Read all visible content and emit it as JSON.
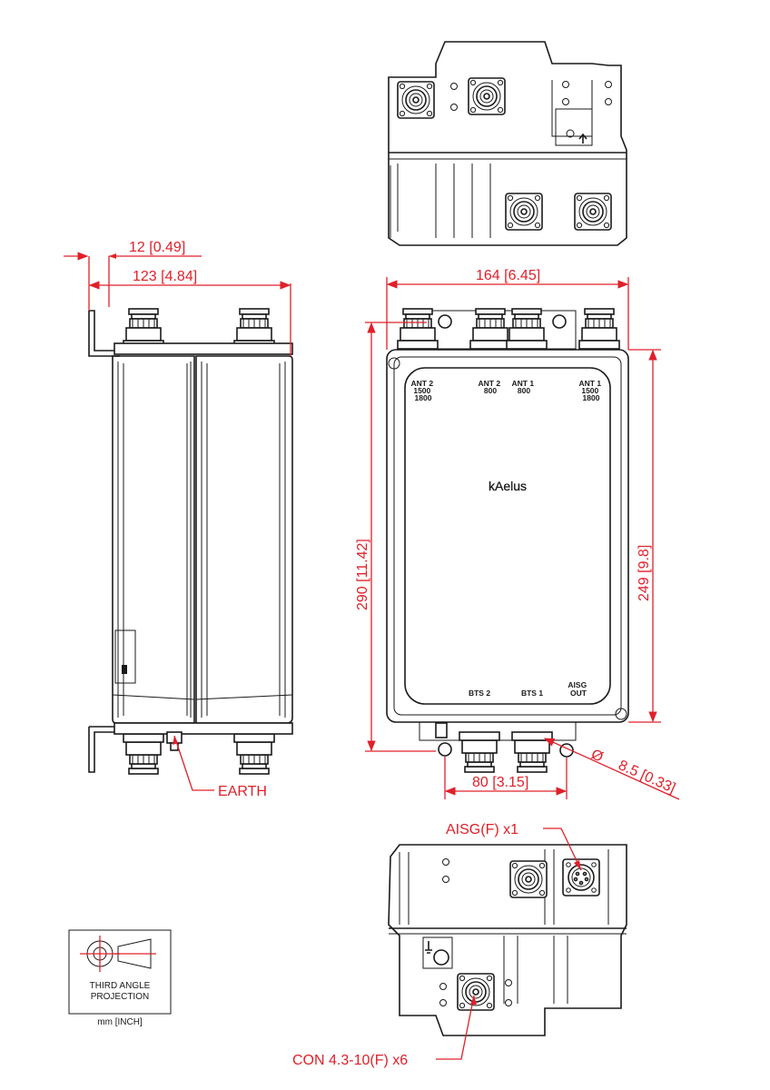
{
  "dimensions": {
    "offset_top": "12 [0.49]",
    "side_depth": "123 [4.84]",
    "front_width": "164 [6.45]",
    "overall_height": "290 [11.42]",
    "body_height": "249 [9.8]",
    "hole_spacing": "80 [3.15]",
    "hole_dia": "8.5 [0.33]",
    "dia_symbol": "Ø"
  },
  "callouts": {
    "earth": "EARTH",
    "aisg": "AISG(F) x1",
    "connector": "CON 4.3-10(F) x6"
  },
  "ports": {
    "ant2_high": [
      "ANT 2",
      "1500",
      "1800"
    ],
    "ant2_low": [
      "ANT 2",
      "800"
    ],
    "ant1_low": [
      "ANT 1",
      "800"
    ],
    "ant1_high": [
      "ANT 1",
      "1500",
      "1800"
    ],
    "bts2": "BTS 2",
    "bts1": "BTS 1",
    "aisg_out": [
      "AISG",
      "OUT"
    ]
  },
  "brand": "kAelus",
  "projection": {
    "line1": "THIRD ANGLE",
    "line2": "PROJECTION",
    "units": "mm [INCH]"
  },
  "colors": {
    "dimension": "#e0202a",
    "line": "#1a1a1a"
  }
}
